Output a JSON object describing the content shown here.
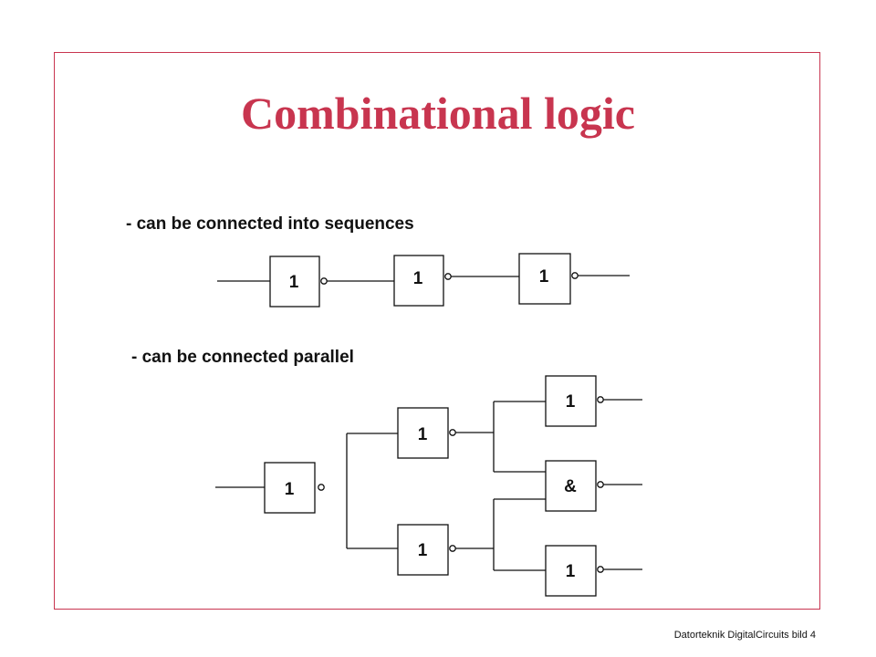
{
  "slide": {
    "title": "Combinational logic",
    "caption_sequence": "- can be connected into sequences",
    "caption_parallel": "- can be connected parallel",
    "footer": "Datorteknik DigitalCircuits bild 4"
  },
  "colors": {
    "accent": "#c8354f",
    "ink": "#111111"
  },
  "gates": {
    "sequence": [
      "1",
      "1",
      "1"
    ],
    "parallel_first": "1",
    "parallel_upper": "1",
    "parallel_lower": "1",
    "parallel_out_top": "1",
    "parallel_out_middle": "&",
    "parallel_out_bottom": "1"
  }
}
